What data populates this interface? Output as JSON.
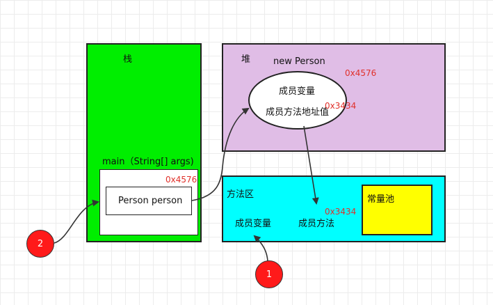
{
  "stack": {
    "title": "栈",
    "frame_label": "main（String[] args)",
    "var_label": "Person person",
    "var_addr": "0x4576"
  },
  "heap": {
    "title": "堆",
    "object_label": "new Person",
    "object_addr": "0x4576",
    "member_vars": "成员变量",
    "method_addr_value": "成员方法地址值",
    "method_addr": "0x3434"
  },
  "method_area": {
    "title": "方法区",
    "member_vars": "成员变量",
    "member_methods": "成员方法",
    "method_addr": "0x3434",
    "const_pool": "常量池"
  },
  "markers": [
    "1",
    "2"
  ],
  "colors": {
    "stack": "#00ee00",
    "heap": "#e0bde6",
    "method_area": "#00ffff",
    "const_pool": "#ffff00",
    "marker": "#ff1a1a",
    "address": "#e0302a"
  }
}
